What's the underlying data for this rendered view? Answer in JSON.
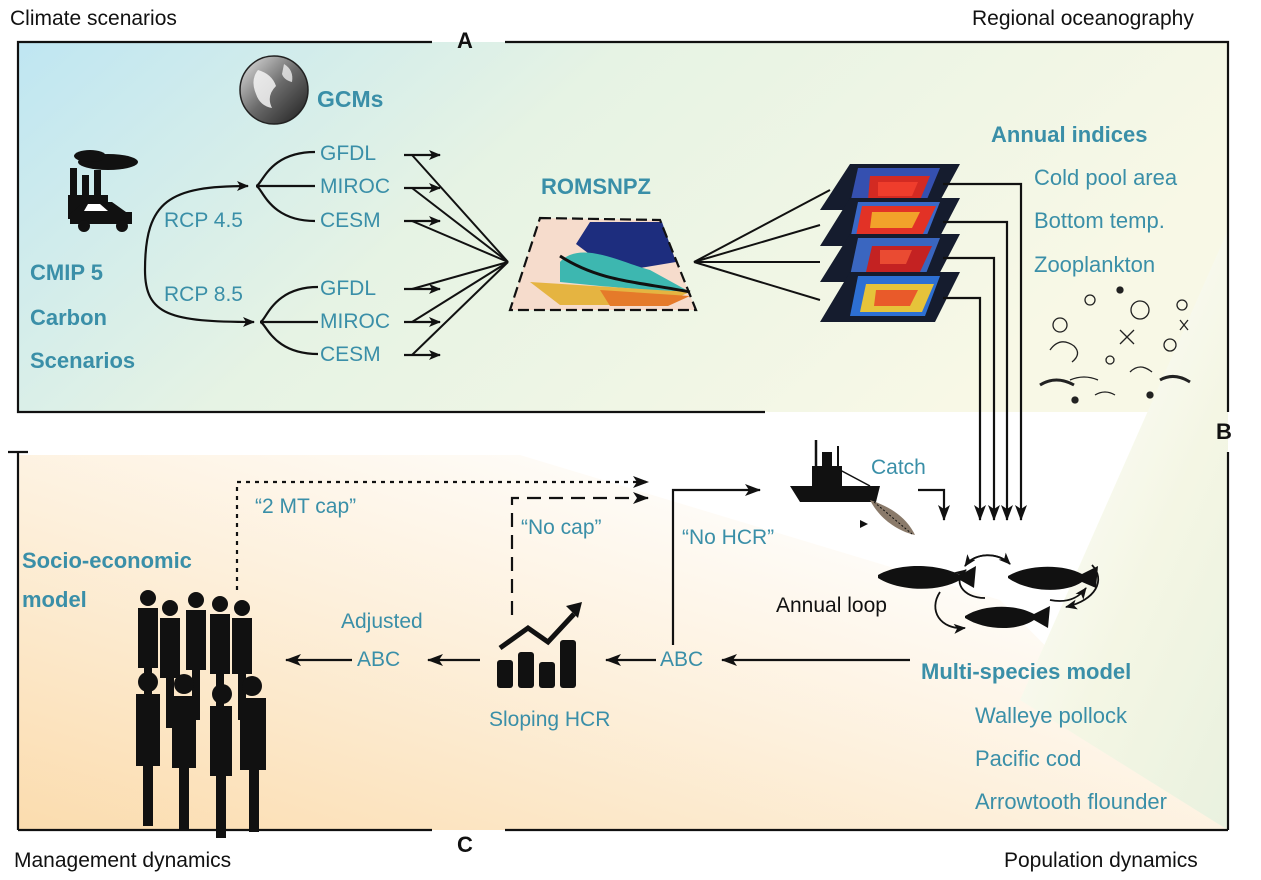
{
  "corners": {
    "top_left": "Climate scenarios",
    "top_right": "Regional oceanography",
    "bottom_left": "Management dynamics",
    "bottom_right": "Population dynamics"
  },
  "panels": {
    "a": "A",
    "b": "B",
    "c": "C"
  },
  "climate": {
    "gcms": "GCMs",
    "cmip_line1": "CMIP 5",
    "cmip_line2": "Carbon",
    "cmip_line3": "Scenarios",
    "rcp45": "RCP 4.5",
    "rcp85": "RCP 8.5",
    "models": [
      "GFDL",
      "MIROC",
      "CESM",
      "GFDL",
      "MIROC",
      "CESM"
    ],
    "romsnpz": "ROMSNPZ"
  },
  "indices": {
    "title": "Annual indices",
    "items": [
      "Cold pool area",
      "Bottom temp.",
      "Zooplankton"
    ]
  },
  "population": {
    "catch": "Catch",
    "annual_loop": "Annual loop",
    "model_title": "Multi-species model",
    "species": [
      "Walleye pollock",
      "Pacific cod",
      "Arrowtooth flounder"
    ]
  },
  "management": {
    "socio_line1": "Socio-economic",
    "socio_line2": "model",
    "cap2mt": "“2 MT cap”",
    "nocap": "“No cap”",
    "nohcr": "“No HCR”",
    "adjusted": "Adjusted",
    "abc_adjusted": "ABC",
    "abc": "ABC",
    "sloping_hcr": "Sloping HCR"
  },
  "colors": {
    "teal": "#3a8fa8",
    "ink": "#111111"
  }
}
